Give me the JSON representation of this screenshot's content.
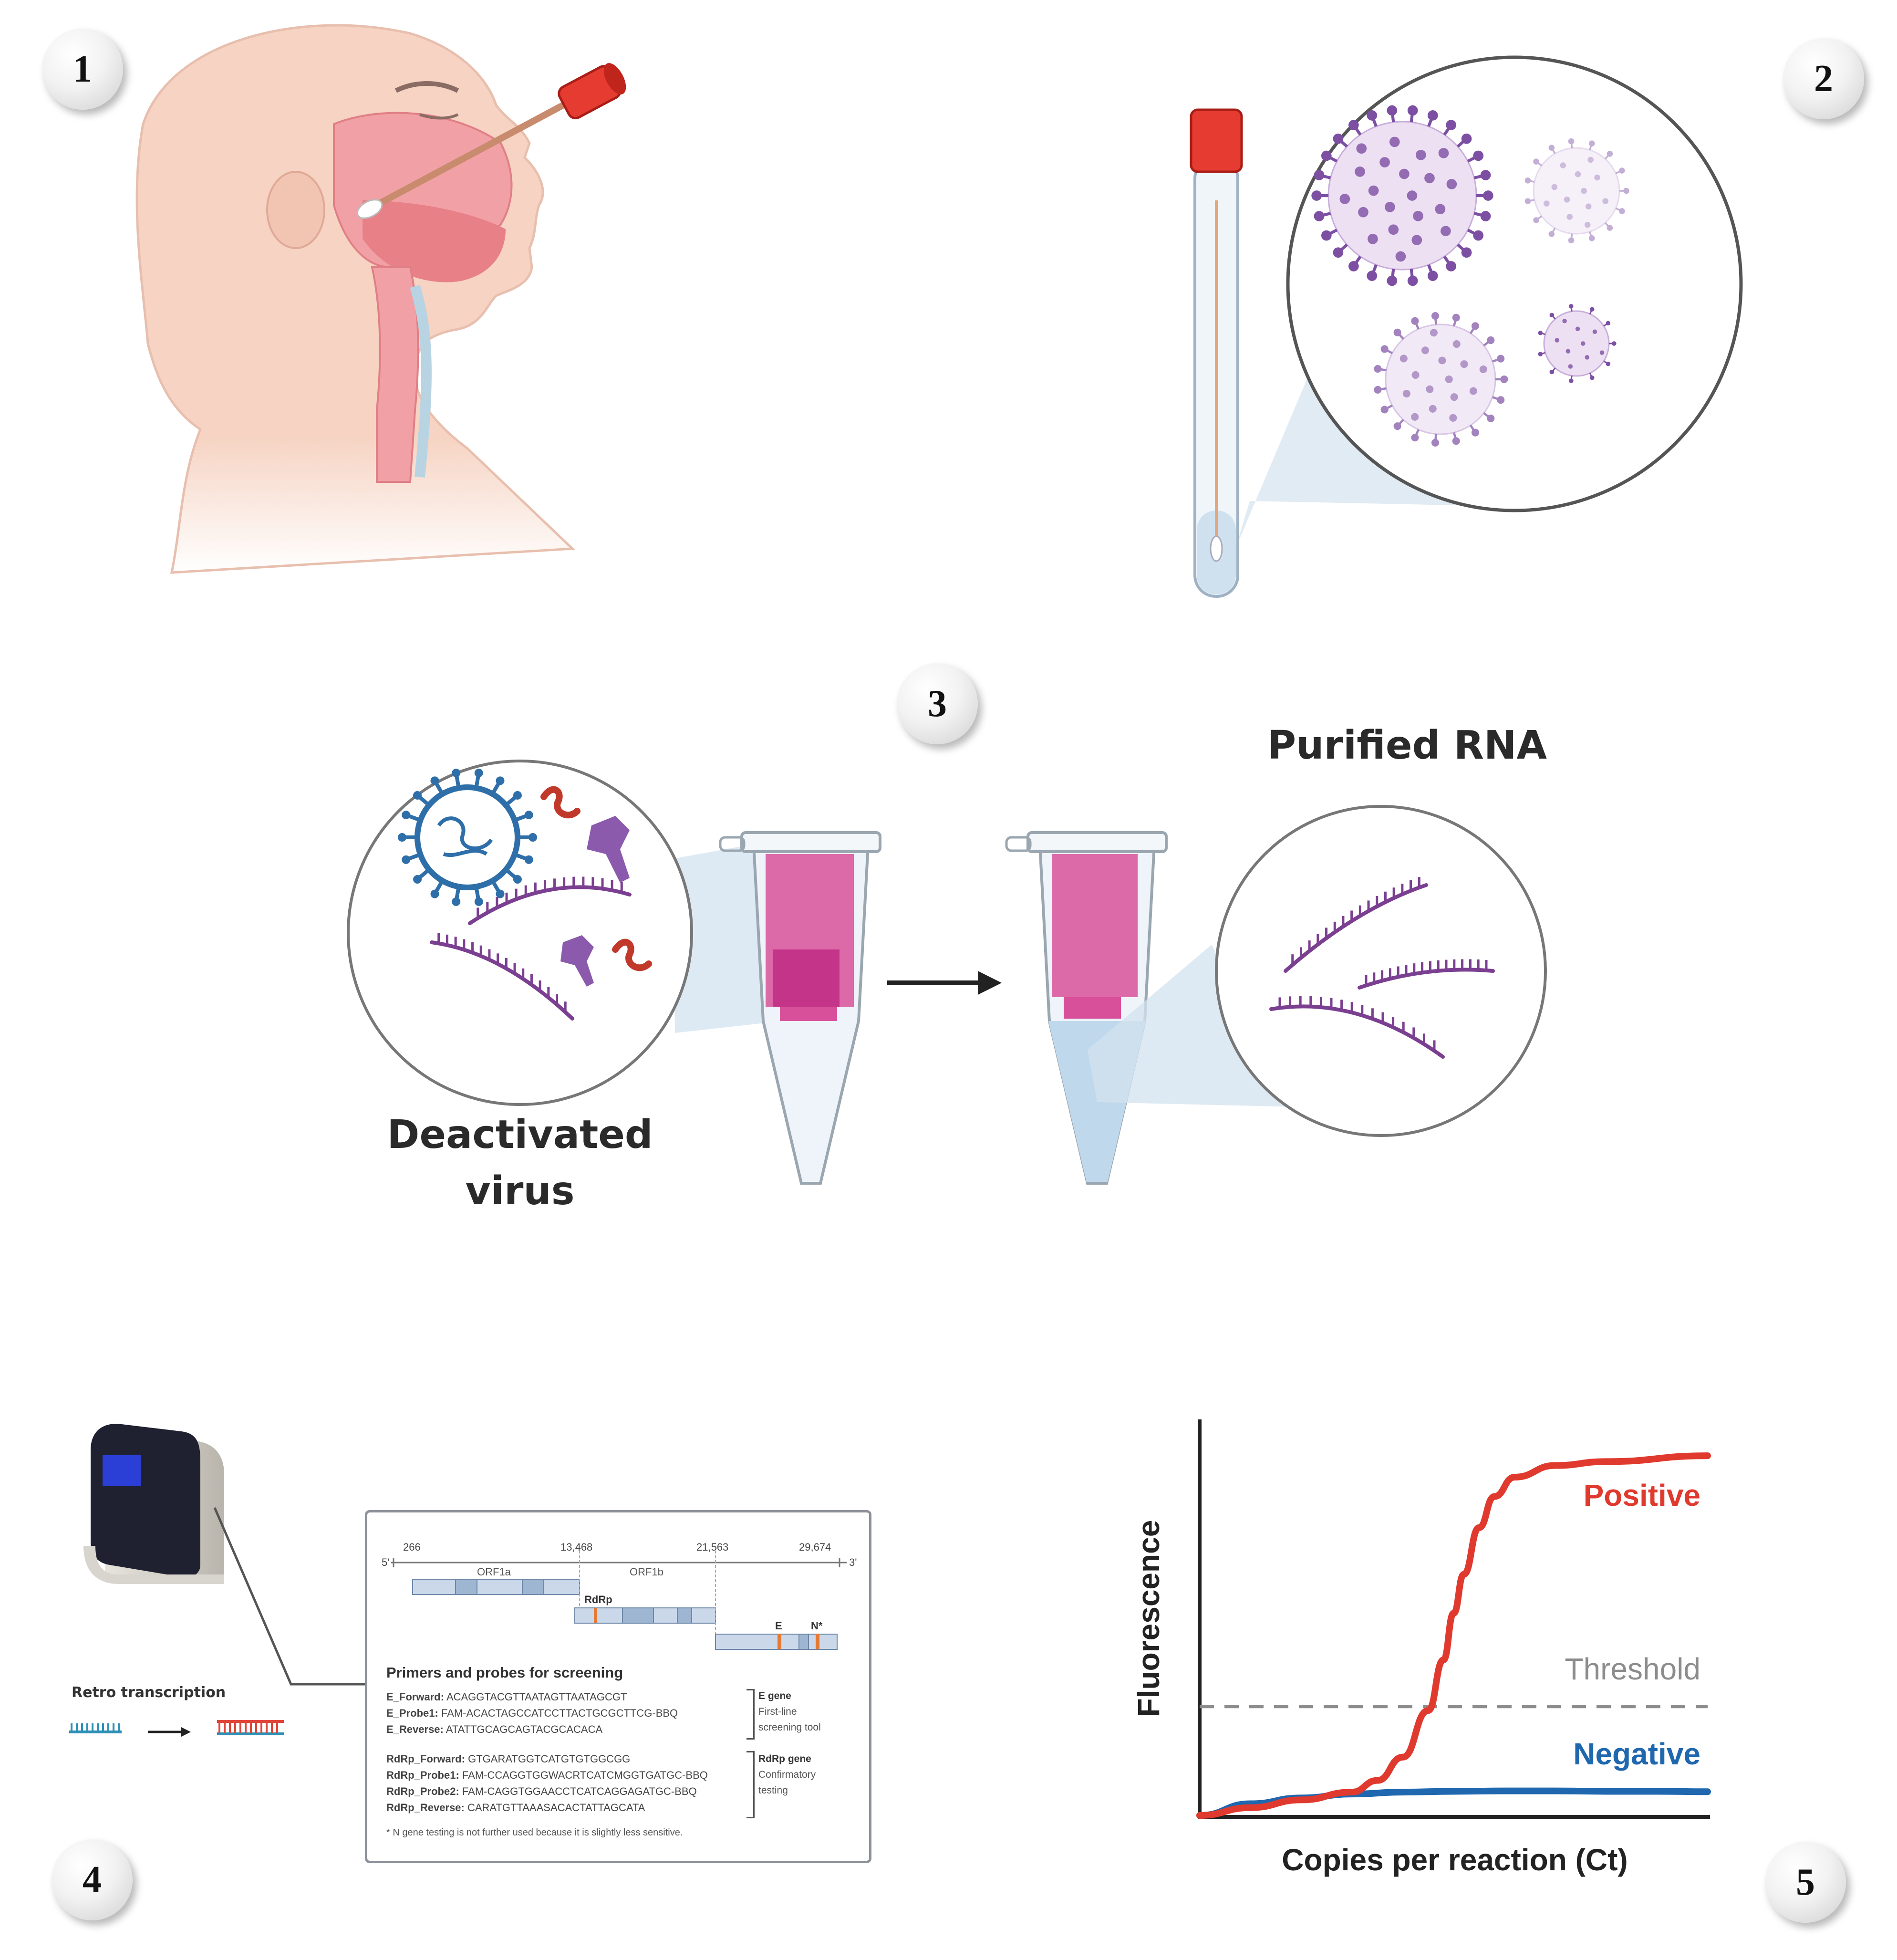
{
  "steps": {
    "s1": "1",
    "s2": "2",
    "s3": "3",
    "s4": "4",
    "s5": "5"
  },
  "step3": {
    "purified_label": "Purified RNA",
    "deactivated_line1": "Deactivated",
    "deactivated_line2": "virus"
  },
  "step4": {
    "retro_label": "Retro transcription",
    "genome": {
      "pos1": "266",
      "pos2": "13,468",
      "pos3": "21,563",
      "pos4": "29,674",
      "five": "5'",
      "three": "3'",
      "orf1a": "ORF1a",
      "orf1b": "ORF1b",
      "rdrp": "RdRp",
      "e": "E",
      "n": "N*"
    },
    "primers_title": "Primers and probes for screening",
    "e_group": [
      {
        "name": "E_Forward:",
        "seq": "ACAGGTACGTTAATAGTTAATAGCGT"
      },
      {
        "name": "E_Probe1:",
        "seq": "FAM-ACACTAGCCATCCTTACTGCGCTTCG-BBQ"
      },
      {
        "name": "E_Reverse:",
        "seq": "ATATTGCAGCAGTACGCACACA"
      }
    ],
    "e_note": {
      "title": "E gene",
      "l1": "First-line",
      "l2": "screening tool"
    },
    "rdrp_group": [
      {
        "name": "RdRp_Forward:",
        "seq": "GTGARATGGTCATGTGTGGCGG"
      },
      {
        "name": "RdRp_Probe1:",
        "seq": "FAM-CCAGGTGGWACRTCATCMGGTGATGC-BBQ"
      },
      {
        "name": "RdRp_Probe2:",
        "seq": "FAM-CAGGTGGAACCTCATCAGGAGATGC-BBQ"
      },
      {
        "name": "RdRp_Reverse:",
        "seq": "CARATGTTAAASACACTATTAGCATA"
      }
    ],
    "rdrp_note": {
      "title": "RdRp gene",
      "l1": "Confirmatory",
      "l2": "testing"
    },
    "footnote": "* N gene testing is not further used because it is slightly less sensitive."
  },
  "chart_data": {
    "type": "line",
    "xlabel": "Copies per reaction (Ct)",
    "ylabel": "Fluorescence",
    "xlim": [
      0,
      1
    ],
    "ylim": [
      0,
      1
    ],
    "threshold": {
      "label": "Threshold",
      "value": 0.28
    },
    "series": [
      {
        "name": "Positive",
        "color": "#e03a2f",
        "x": [
          0,
          0.1,
          0.2,
          0.3,
          0.35,
          0.4,
          0.45,
          0.48,
          0.5,
          0.52,
          0.55,
          0.58,
          0.62,
          0.7,
          0.8,
          1.0
        ],
        "y": [
          0.0,
          0.02,
          0.04,
          0.06,
          0.09,
          0.15,
          0.27,
          0.4,
          0.52,
          0.62,
          0.74,
          0.82,
          0.87,
          0.9,
          0.91,
          0.925
        ]
      },
      {
        "name": "Negative",
        "color": "#1f67ae",
        "x": [
          0,
          0.1,
          0.2,
          0.3,
          0.4,
          0.5,
          0.6,
          0.7,
          0.8,
          0.9,
          1.0
        ],
        "y": [
          0.0,
          0.03,
          0.045,
          0.055,
          0.06,
          0.062,
          0.063,
          0.063,
          0.062,
          0.062,
          0.061
        ]
      }
    ]
  },
  "colors": {
    "positive": "#e03a2f",
    "negative": "#1f67ae",
    "threshold": "#8c8c8c",
    "tube_pink": "#d8509a",
    "virus_purple": "#7c4fa3"
  }
}
